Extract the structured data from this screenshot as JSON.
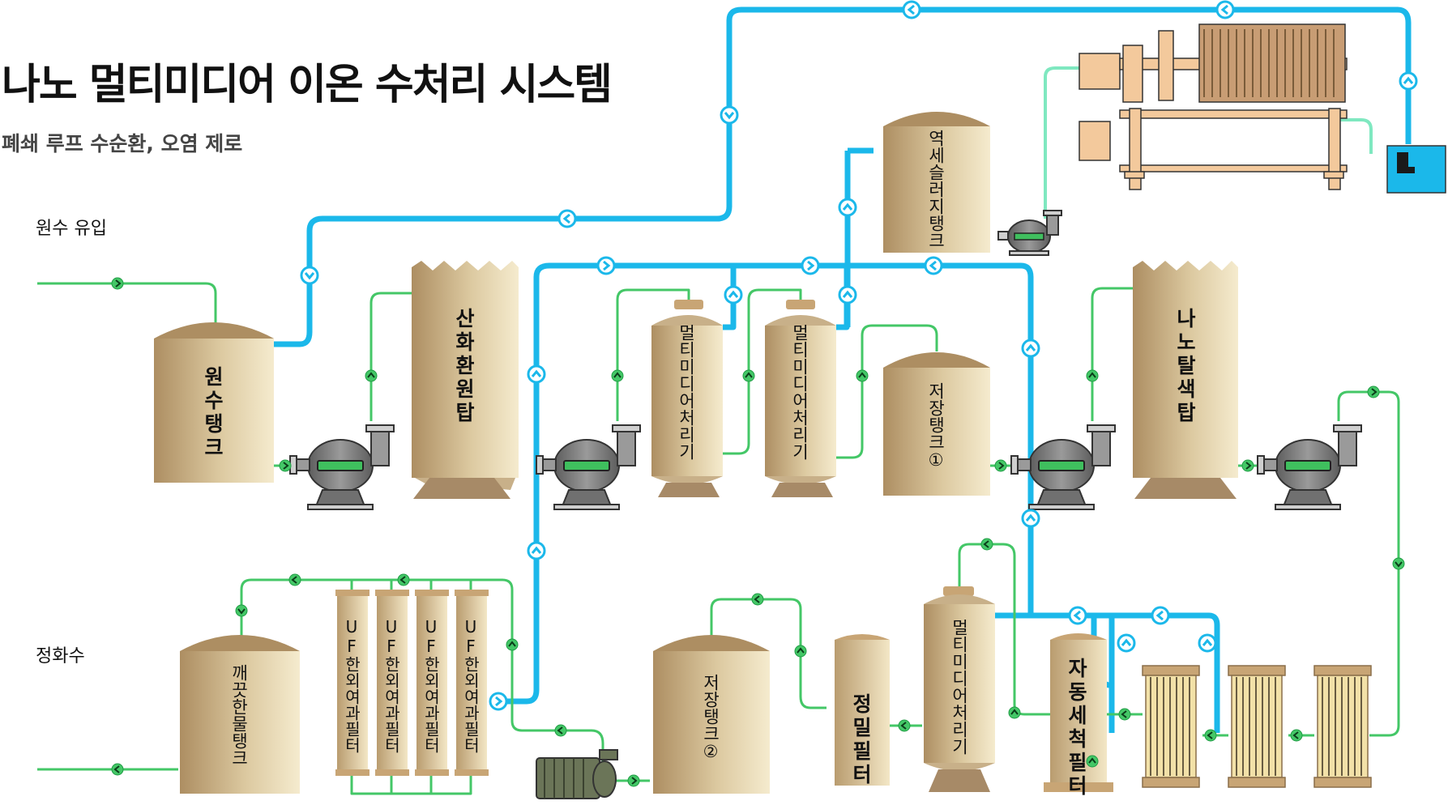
{
  "header": {
    "title": "나노 멀티미디어 이온 수처리 시스템",
    "subtitle": "폐쇄 루프 수순환, 오염 제로"
  },
  "io": {
    "raw_water_inlet": "원수 유입",
    "purified_water": "정화수"
  },
  "equipment": {
    "raw_tank": "원수탱크",
    "redox_tower": "산화환원탑",
    "multimedia_1": "멀티미디어처리기",
    "multimedia_2": "멀티미디어처리기",
    "storage_tank_1": "저장탱크①",
    "nano_decolor_tower": "나노탈색탑",
    "backwash_sludge_tank": "역세슬러지탱크",
    "clean_water_tank": "깨끗한물탱크",
    "uf_1": "UF한외여과필터",
    "uf_2": "UF한외여과필터",
    "uf_3": "UF한외여과필터",
    "uf_4": "UF한외여과필터",
    "storage_tank_2": "저장탱크②",
    "precision_filter": "정밀필터",
    "multimedia_3": "멀티미디어처리기",
    "auto_clean_filter": "자동세척필터"
  },
  "colors": {
    "process_line": "#44c767",
    "backwash_line": "#1bb8ea",
    "sludge_line": "#7fe8c0",
    "tank_light": "#f5ebce",
    "tank_dark": "#ad8e62",
    "tank_cap": "#a78a67",
    "pump_body": "#6f6f6f",
    "pump_window": "#3fbf5e",
    "press_frame": "#f3c99c",
    "collection_tank": "#1bb8ea"
  }
}
